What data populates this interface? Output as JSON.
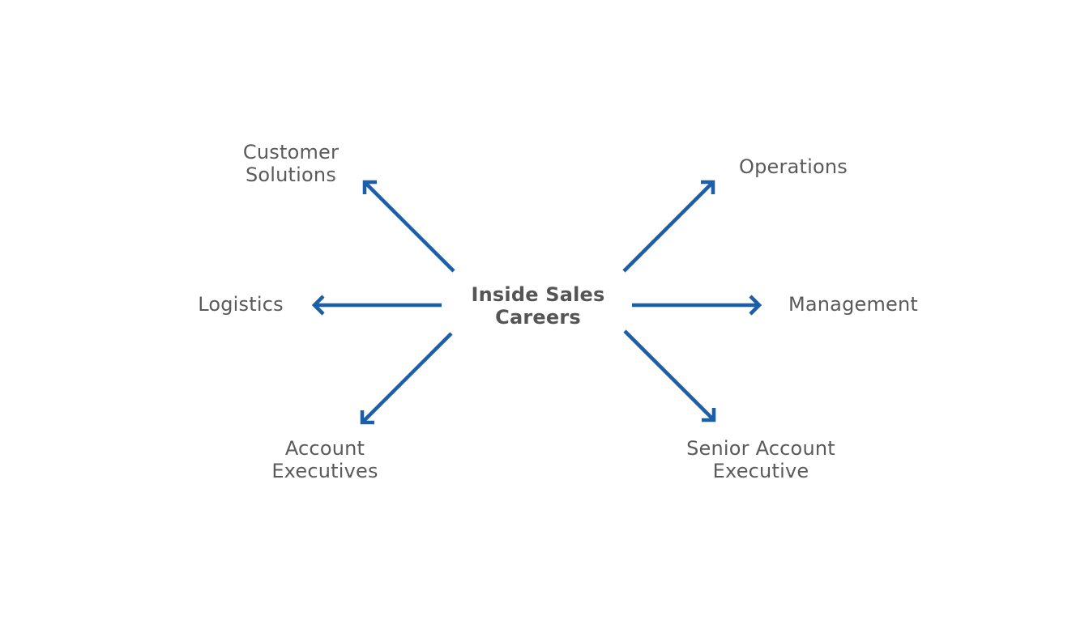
{
  "center": {
    "lines": [
      "Inside Sales",
      "Careers"
    ]
  },
  "branches": {
    "customer_solutions": {
      "lines": [
        "Customer",
        "Solutions"
      ]
    },
    "operations": {
      "lines": [
        "Operations"
      ]
    },
    "logistics": {
      "lines": [
        "Logistics"
      ]
    },
    "management": {
      "lines": [
        "Management"
      ]
    },
    "account_executives": {
      "lines": [
        "Account",
        "Executives"
      ]
    },
    "senior_account_executive": {
      "lines": [
        "Senior Account",
        "Executive"
      ]
    }
  },
  "colors": {
    "arrow": "#1b5eaa",
    "text": "#5a5a5a",
    "background": "#ffffff"
  }
}
